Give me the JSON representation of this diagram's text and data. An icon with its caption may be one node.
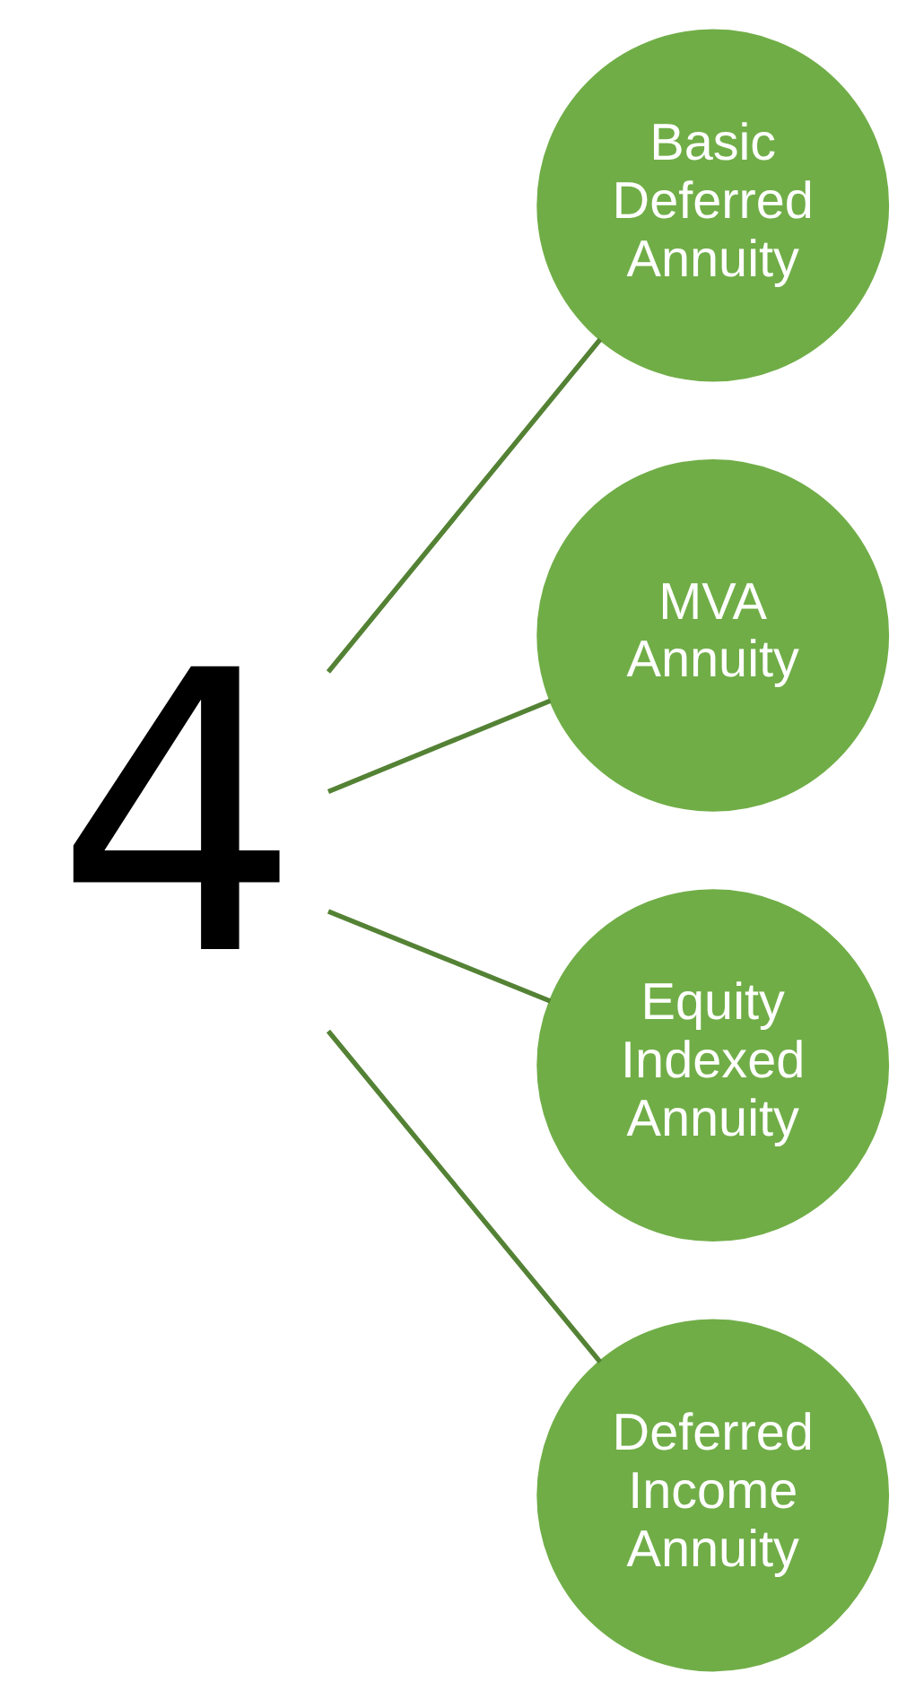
{
  "diagram": {
    "nodes": [
      {
        "text": [
          "4"
        ]
      },
      {
        "text": [
          "Basic Deferred Annuity"
        ]
      },
      {
        "text": [
          "MVA Annuity"
        ]
      },
      {
        "text": [
          "Equity Indexed Annuity"
        ]
      },
      {
        "text": [
          "Deferred Income Annuity"
        ]
      }
    ],
    "edges": [
      {
        "from": 0,
        "to": 1,
        "arrow": "none"
      },
      {
        "from": 0,
        "to": 2,
        "arrow": "none"
      },
      {
        "from": 0,
        "to": 3,
        "arrow": "none"
      },
      {
        "from": 0,
        "to": 4,
        "arrow": "none"
      }
    ]
  }
}
